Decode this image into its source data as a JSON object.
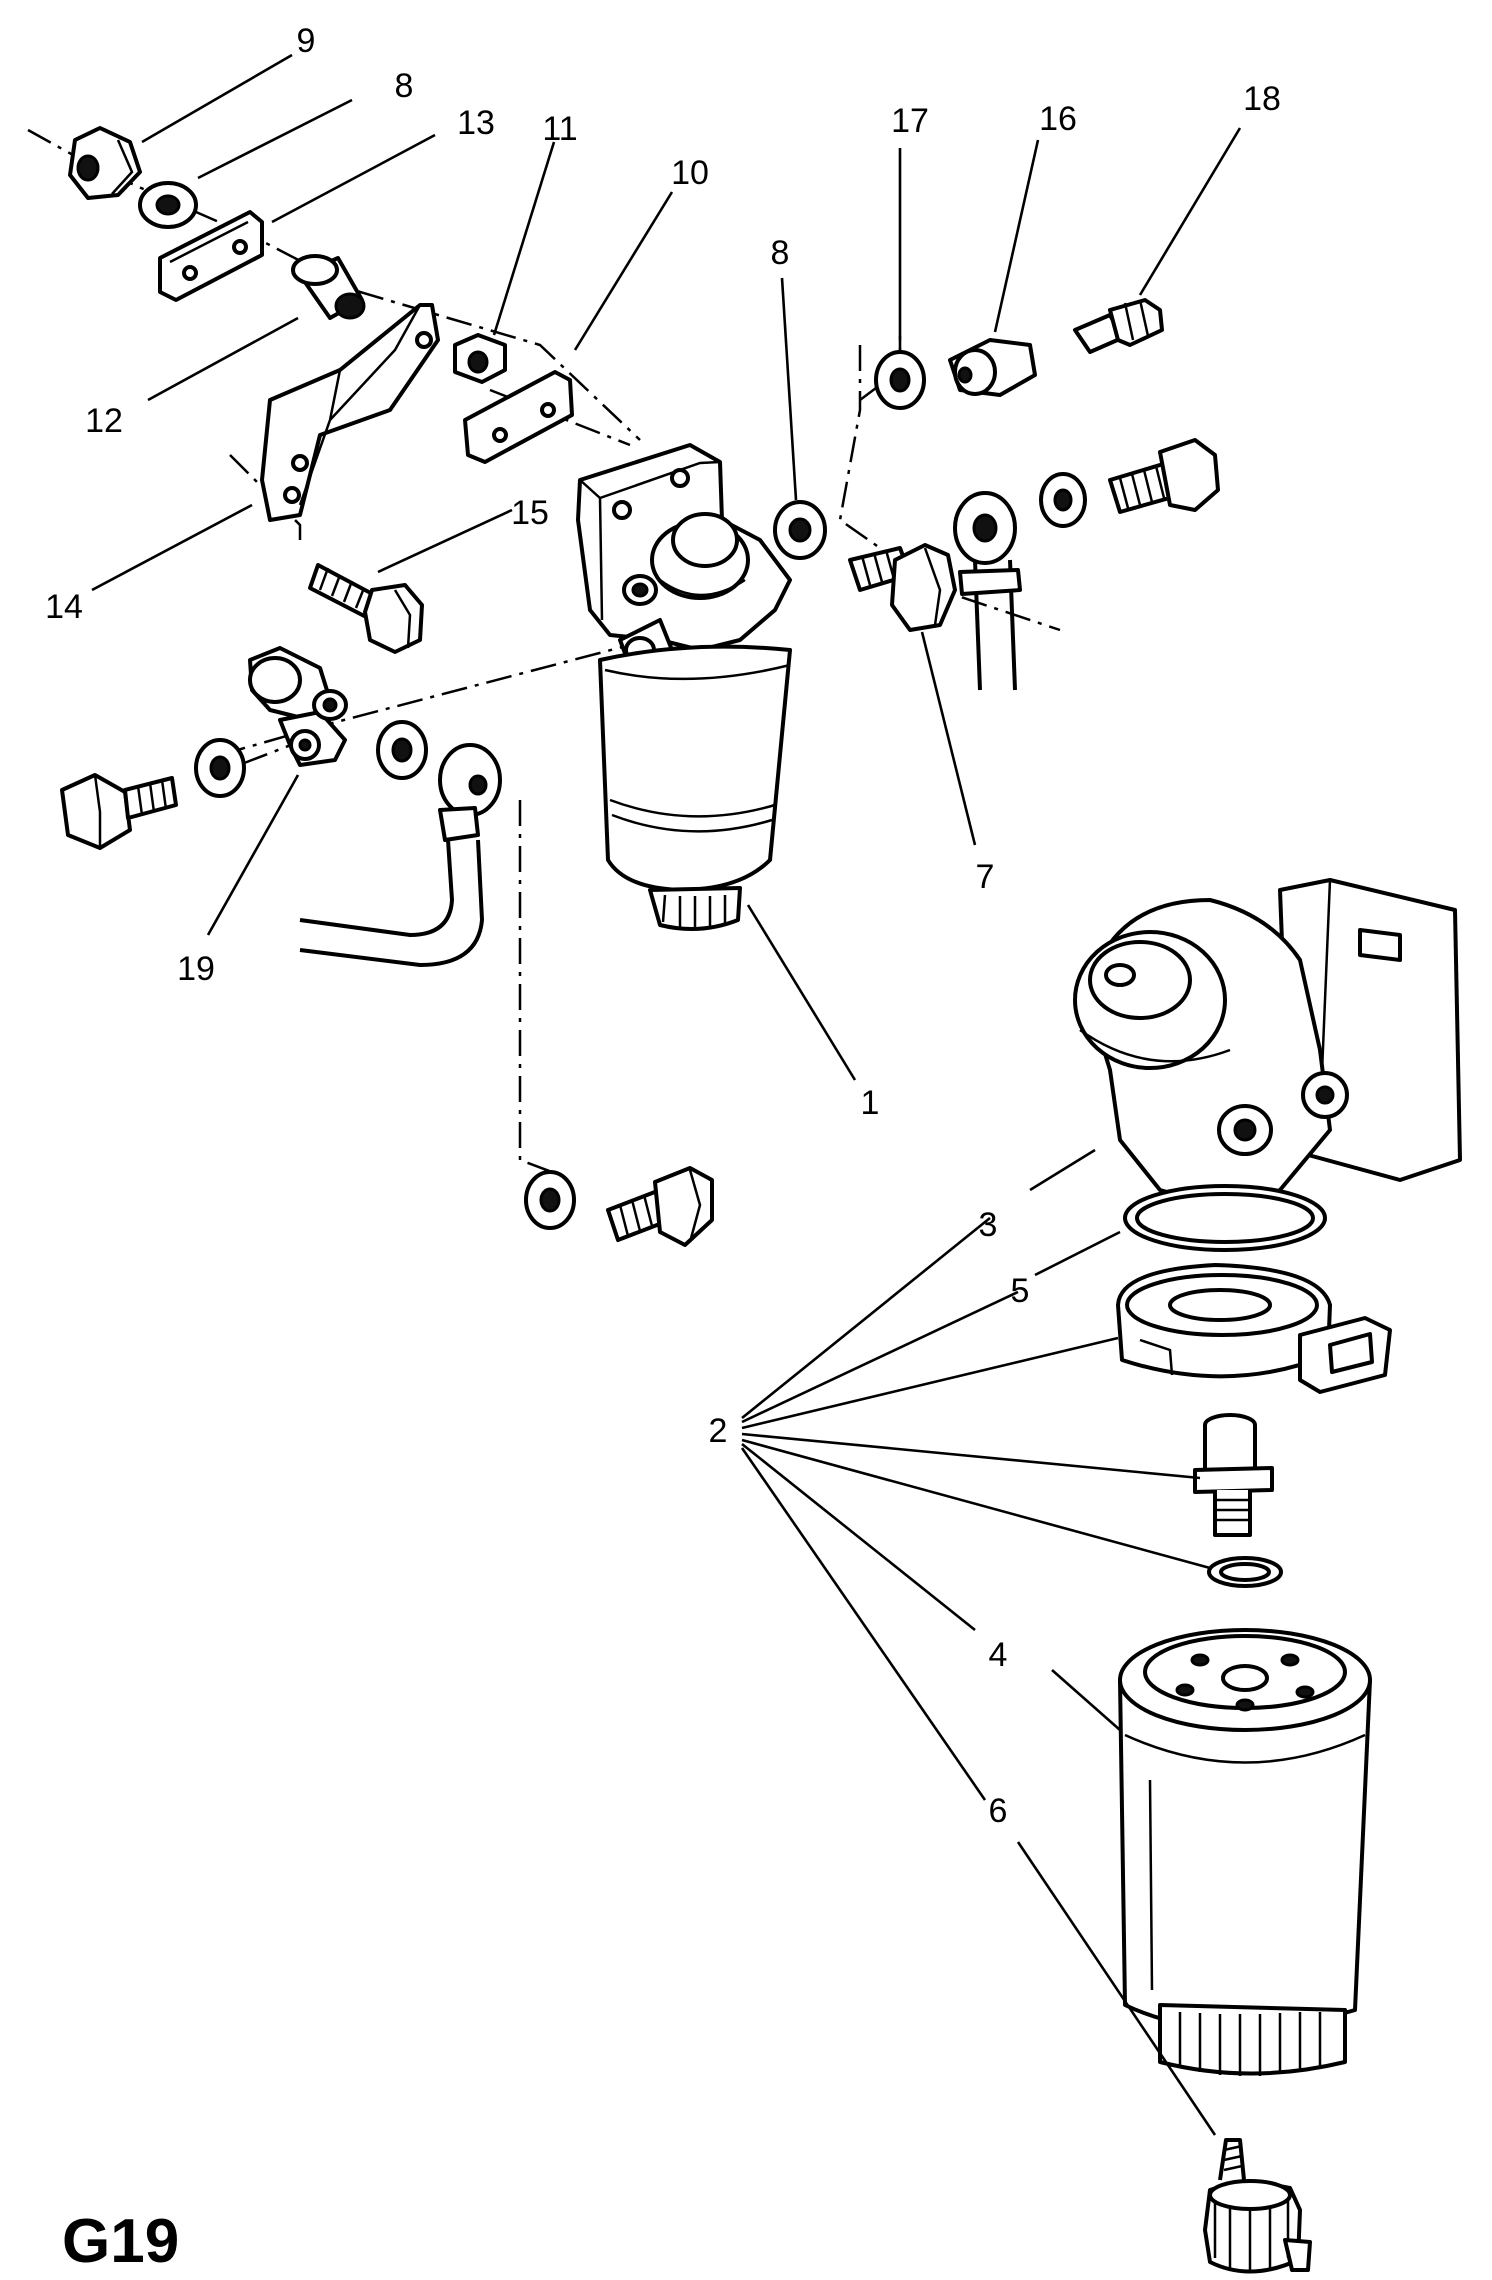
{
  "diagram": {
    "sheet_code": "G19",
    "callouts": [
      {
        "id": "c9",
        "text": "9"
      },
      {
        "id": "c8a",
        "text": "8"
      },
      {
        "id": "c13",
        "text": "13"
      },
      {
        "id": "c11",
        "text": "11"
      },
      {
        "id": "c10",
        "text": "10"
      },
      {
        "id": "c8b",
        "text": "8"
      },
      {
        "id": "c17",
        "text": "17"
      },
      {
        "id": "c16",
        "text": "16"
      },
      {
        "id": "c18",
        "text": "18"
      },
      {
        "id": "c12",
        "text": "12"
      },
      {
        "id": "c15",
        "text": "15"
      },
      {
        "id": "c14",
        "text": "14"
      },
      {
        "id": "c7",
        "text": "7"
      },
      {
        "id": "c19",
        "text": "19"
      },
      {
        "id": "c1",
        "text": "1"
      },
      {
        "id": "c3",
        "text": "3"
      },
      {
        "id": "c5",
        "text": "5"
      },
      {
        "id": "c2",
        "text": "2"
      },
      {
        "id": "c4",
        "text": "4"
      },
      {
        "id": "c6",
        "text": "6"
      }
    ]
  }
}
